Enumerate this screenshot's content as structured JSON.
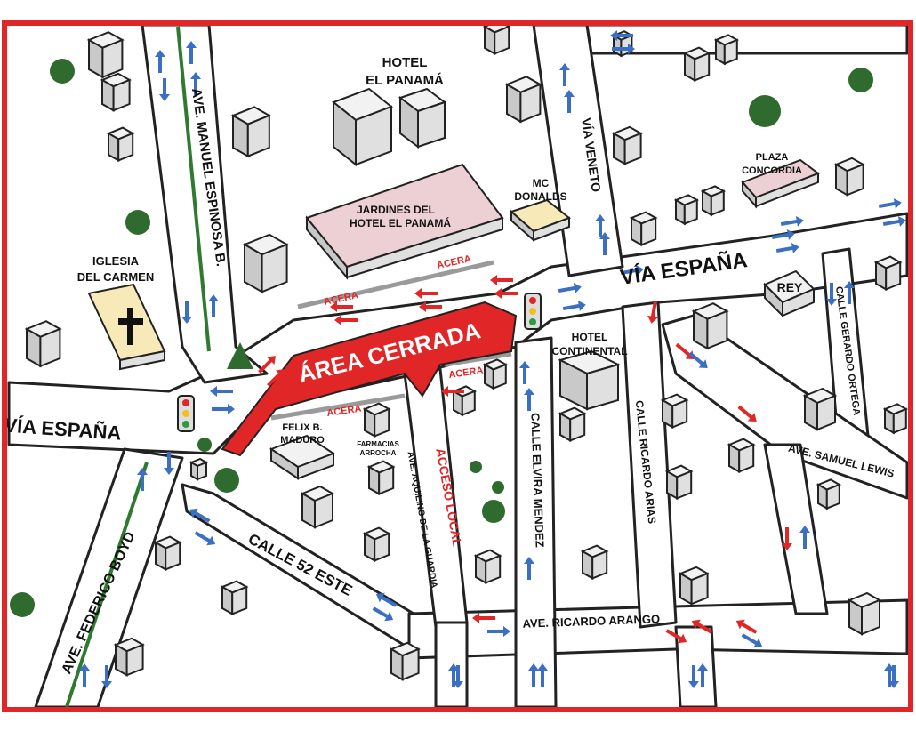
{
  "colors": {
    "border": "#e02626",
    "closed_area": "#e02626",
    "arrow_blue": "#3b6fc4",
    "arrow_red": "#e02626",
    "sidewalk": "#9a9a9a",
    "green_median": "#2f7a2f",
    "hotel_panama_garden": "#ecd0d3",
    "mcdonalds": "#f8eab8",
    "church": "#f8eab8",
    "plaza_concordia": "#ecd0d3"
  },
  "labels": {
    "closed_area": "ÁREA CERRADA",
    "hotel_panama_line1": "HOTEL",
    "hotel_panama_line2": "EL PANAMÁ",
    "jardines_line1": "JARDINES DEL",
    "jardines_line2": "HOTEL EL PANAMÁ",
    "mcdonalds_line1": "MC",
    "mcdonalds_line2": "DONALDS",
    "plaza_line1": "PLAZA",
    "plaza_line2": "CONCORDIA",
    "rey": "REY",
    "iglesia_line1": "IGLESIA",
    "iglesia_line2": "DEL CARMEN",
    "hotel_continental_line1": "HOTEL",
    "hotel_continental_line2": "CONTINENTAL",
    "felix_line1": "FELIX B.",
    "felix_line2": "MADURO",
    "farmacias_line1": "FARMACIAS",
    "farmacias_line2": "ARROCHA",
    "acceso_local": "ACCESO LOCAL",
    "acera": "ACERA"
  },
  "streets": {
    "via_espana_east": "VÍA ESPAÑA",
    "via_espana_west": "VÍA ESPAÑA",
    "manuel_espinosa": "AVE. MANUEL ESPINOSA B.",
    "via_veneto": "VÍA VENETO",
    "calle_gerardo_ortega": "CALLE GERARDO ORTEGA",
    "ave_samuel_lewis": "AVE. SAMUEL LEWIS",
    "calle_ricardo_arias": "CALLE RICARDO ARIAS",
    "calle_elvira_mendez": "CALLE ELVIRA MENDEZ",
    "ave_aquilino": "AVE. AQUILINO DE LA GUARDIA",
    "calle_52_este": "CALLE 52 ESTE",
    "ave_federico_boyd": "AVE. FEDERICO BOYD",
    "ave_ricardo_arango": "AVE. RICARDO ARANGO"
  },
  "icons": {
    "traffic_light": "traffic-light-icon",
    "church_cross": "cross-icon",
    "tree": "tree-icon"
  }
}
